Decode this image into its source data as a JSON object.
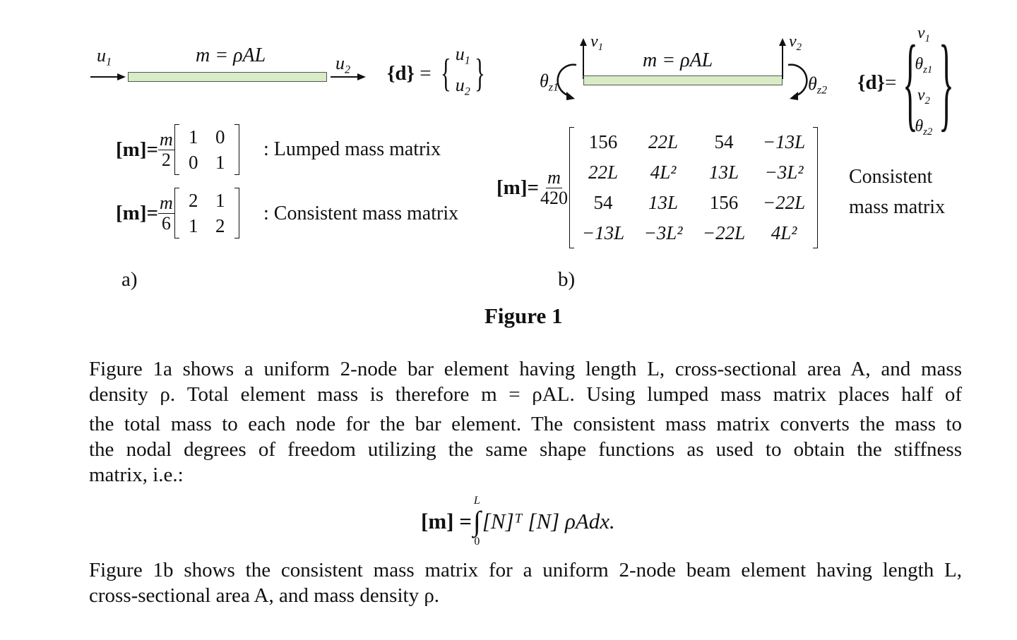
{
  "figure_a": {
    "u1": "u",
    "u1_sub": "1",
    "u2": "u",
    "u2_sub": "2",
    "mass_eq": "m = ρAL",
    "d_vector": [
      "u1",
      "u2"
    ],
    "lumped": {
      "lhs": "[m]=",
      "num": "m",
      "den": "2",
      "matrix": [
        [
          "1",
          "0"
        ],
        [
          "0",
          "1"
        ]
      ],
      "label": ": Lumped mass matrix"
    },
    "consistent": {
      "lhs": "[m]=",
      "num": "m",
      "den": "6",
      "matrix": [
        [
          "2",
          "1"
        ],
        [
          "1",
          "2"
        ]
      ],
      "label": ": Consistent mass matrix"
    },
    "tag": "a)"
  },
  "figure_b": {
    "v1": "v",
    "v1_sub": "1",
    "v2": "v",
    "v2_sub": "2",
    "theta1": "θ",
    "theta1_sub": "z1",
    "theta2": "θ",
    "theta2_sub": "z2",
    "mass_eq": "m = ρAL",
    "d_vector": [
      "v1",
      "θz1",
      "v2",
      "θz2"
    ],
    "matrix_lhs": "[m]=",
    "num": "m",
    "den": "420",
    "matrix": [
      [
        "156",
        "22L",
        "54",
        "−13L"
      ],
      [
        "22L",
        "4L²",
        "13L",
        "−3L²"
      ],
      [
        "54",
        "13L",
        "156",
        "−22L"
      ],
      [
        "−13L",
        "−3L²",
        "−22L",
        "4L²"
      ]
    ],
    "label_line1": "Consistent",
    "label_line2": "mass matrix",
    "tag": "b)"
  },
  "figure_caption": "Figure 1",
  "paragraph1": [
    "Figure 1a shows a uniform 2-node bar element having length L, cross-sectional area A, and mass",
    "density  ρ. Total element mass is therefore m = ρAL. Using lumped mass matrix places half of",
    "the total mass to each node for the bar element. The consistent mass matrix converts the mass to",
    "the nodal degrees of freedom utilizing the same shape functions as used to obtain the stiffness",
    "matrix, i.e.:"
  ],
  "integral": {
    "lhs": "[m] =",
    "upper": "L",
    "lower": "0",
    "body": "[N]ᵀ [N] ρAdx."
  },
  "paragraph2": [
    "Figure 1b shows the consistent mass matrix for a uniform 2-node beam element having length L,",
    "cross-sectional area A, and mass density  ρ."
  ]
}
